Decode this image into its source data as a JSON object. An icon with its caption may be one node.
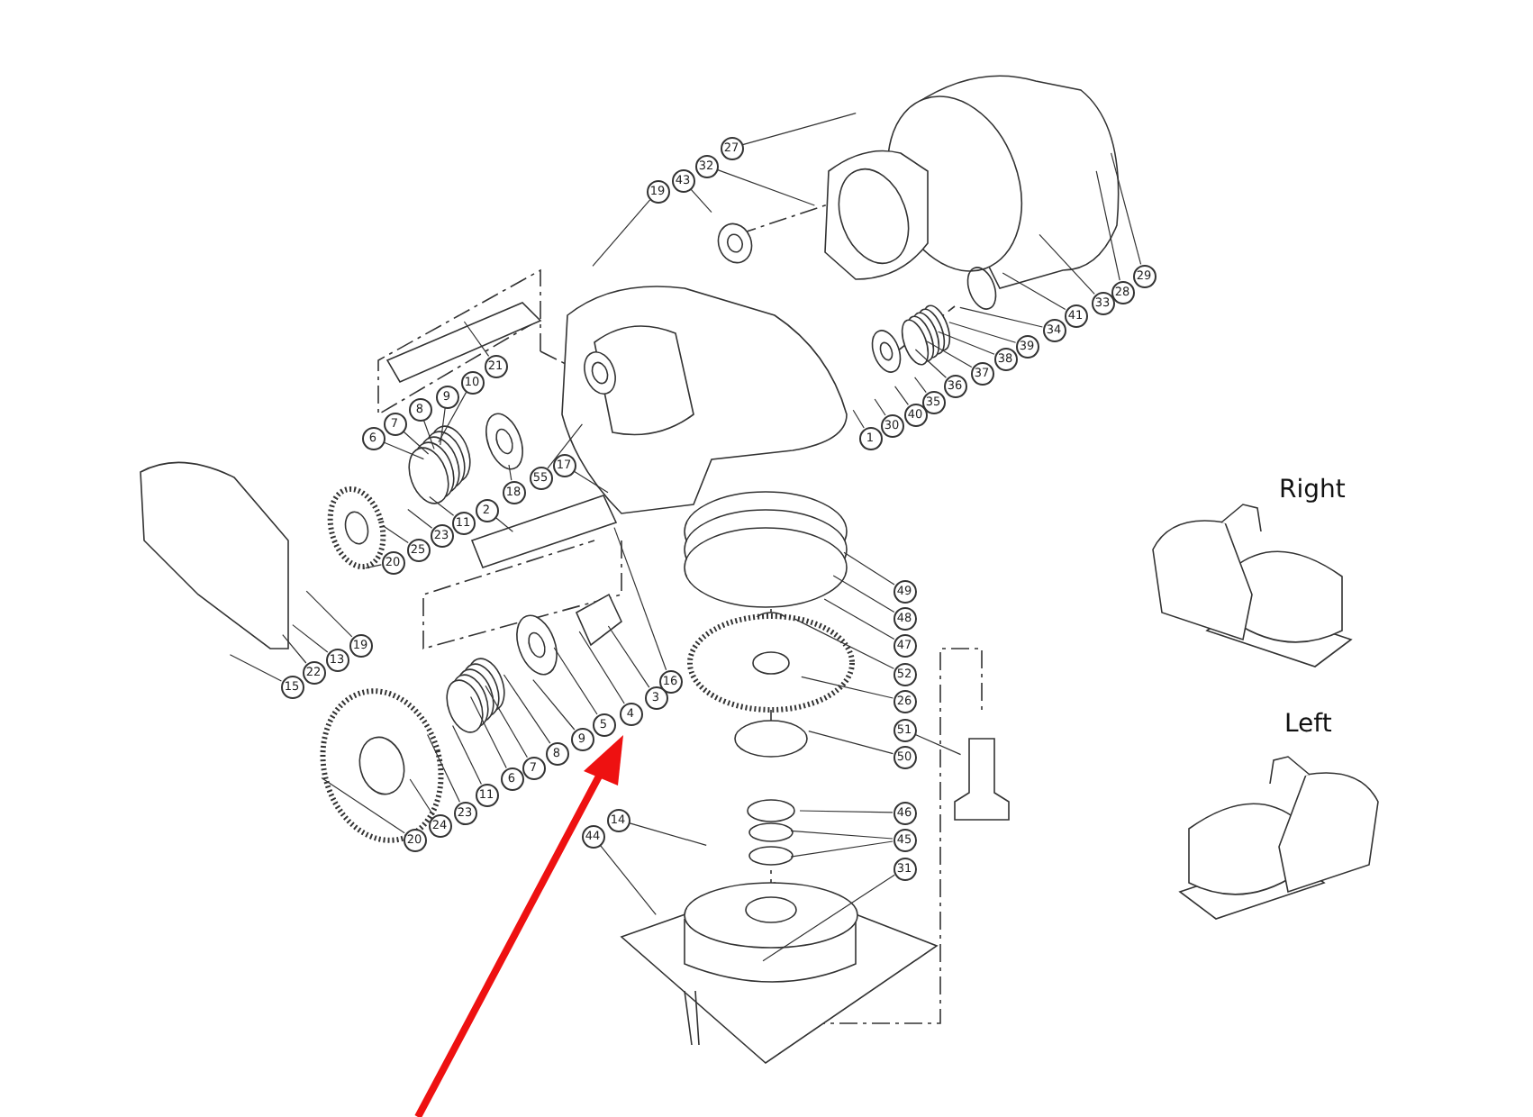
{
  "diagram": {
    "nodes": [
      {
        "text": [
          "27"
        ]
      },
      {
        "text": [
          "32"
        ]
      },
      {
        "text": [
          "43"
        ]
      },
      {
        "text": [
          "19"
        ]
      },
      {
        "text": [
          "29"
        ]
      },
      {
        "text": [
          "28"
        ]
      },
      {
        "text": [
          "33"
        ]
      },
      {
        "text": [
          "41"
        ]
      },
      {
        "text": [
          "34"
        ]
      },
      {
        "text": [
          "39"
        ]
      },
      {
        "text": [
          "38"
        ]
      },
      {
        "text": [
          "37"
        ]
      },
      {
        "text": [
          "36"
        ]
      },
      {
        "text": [
          "35"
        ]
      },
      {
        "text": [
          "40"
        ]
      },
      {
        "text": [
          "30"
        ]
      },
      {
        "text": [
          "1"
        ]
      },
      {
        "text": [
          "21"
        ]
      },
      {
        "text": [
          "10"
        ]
      },
      {
        "text": [
          "9"
        ]
      },
      {
        "text": [
          "8"
        ]
      },
      {
        "text": [
          "7"
        ]
      },
      {
        "text": [
          "6"
        ]
      },
      {
        "text": [
          "55"
        ]
      },
      {
        "text": [
          "17"
        ]
      },
      {
        "text": [
          "18"
        ]
      },
      {
        "text": [
          "2"
        ]
      },
      {
        "text": [
          "11"
        ]
      },
      {
        "text": [
          "23"
        ]
      },
      {
        "text": [
          "25"
        ]
      },
      {
        "text": [
          "20"
        ]
      },
      {
        "text": [
          "49"
        ]
      },
      {
        "text": [
          "48"
        ]
      },
      {
        "text": [
          "47"
        ]
      },
      {
        "text": [
          "19"
        ]
      },
      {
        "text": [
          "13"
        ]
      },
      {
        "text": [
          "22"
        ]
      },
      {
        "text": [
          "52"
        ]
      },
      {
        "text": [
          "15"
        ]
      },
      {
        "text": [
          "16"
        ]
      },
      {
        "text": [
          "3"
        ]
      },
      {
        "text": [
          "26"
        ]
      },
      {
        "text": [
          "4"
        ]
      },
      {
        "text": [
          "5"
        ]
      },
      {
        "text": [
          "9"
        ]
      },
      {
        "text": [
          "8"
        ]
      },
      {
        "text": [
          "7"
        ]
      },
      {
        "text": [
          "51"
        ]
      },
      {
        "text": [
          "6"
        ]
      },
      {
        "text": [
          "11"
        ]
      },
      {
        "text": [
          "50"
        ]
      },
      {
        "text": [
          "23"
        ]
      },
      {
        "text": [
          "46"
        ]
      },
      {
        "text": [
          "14"
        ]
      },
      {
        "text": [
          "24"
        ]
      },
      {
        "text": [
          "44"
        ]
      },
      {
        "text": [
          "20"
        ]
      },
      {
        "text": [
          "45"
        ]
      },
      {
        "text": [
          "31"
        ]
      }
    ],
    "edges": [
      {
        "from": 0,
        "to": null,
        "arrow": "none"
      },
      {
        "from": 1,
        "to": null,
        "arrow": "none"
      },
      {
        "from": 2,
        "to": null,
        "arrow": "none"
      },
      {
        "from": 3,
        "to": null,
        "arrow": "none"
      },
      {
        "from": 4,
        "to": null,
        "arrow": "none"
      },
      {
        "from": 5,
        "to": null,
        "arrow": "none"
      },
      {
        "from": 6,
        "to": null,
        "arrow": "none"
      },
      {
        "from": 7,
        "to": null,
        "arrow": "none"
      },
      {
        "from": 8,
        "to": null,
        "arrow": "none"
      },
      {
        "from": 9,
        "to": null,
        "arrow": "none"
      },
      {
        "from": 10,
        "to": null,
        "arrow": "none"
      },
      {
        "from": 11,
        "to": null,
        "arrow": "none"
      },
      {
        "from": 12,
        "to": null,
        "arrow": "none"
      },
      {
        "from": 13,
        "to": null,
        "arrow": "none"
      },
      {
        "from": 14,
        "to": null,
        "arrow": "none"
      },
      {
        "from": 15,
        "to": null,
        "arrow": "none"
      },
      {
        "from": 16,
        "to": null,
        "arrow": "none"
      },
      {
        "from": 17,
        "to": null,
        "arrow": "none"
      },
      {
        "from": 18,
        "to": null,
        "arrow": "none"
      },
      {
        "from": 19,
        "to": null,
        "arrow": "none"
      },
      {
        "from": 20,
        "to": null,
        "arrow": "none"
      },
      {
        "from": 21,
        "to": null,
        "arrow": "none"
      },
      {
        "from": 22,
        "to": null,
        "arrow": "none"
      },
      {
        "from": 23,
        "to": null,
        "arrow": "none"
      },
      {
        "from": 24,
        "to": null,
        "arrow": "none"
      },
      {
        "from": 25,
        "to": null,
        "arrow": "none"
      },
      {
        "from": 26,
        "to": null,
        "arrow": "none"
      },
      {
        "from": 27,
        "to": null,
        "arrow": "none"
      },
      {
        "from": 28,
        "to": null,
        "arrow": "none"
      },
      {
        "from": 29,
        "to": null,
        "arrow": "none"
      },
      {
        "from": 30,
        "to": null,
        "arrow": "none"
      },
      {
        "from": 31,
        "to": null,
        "arrow": "none"
      },
      {
        "from": 32,
        "to": null,
        "arrow": "none"
      },
      {
        "from": 33,
        "to": null,
        "arrow": "none"
      },
      {
        "from": 34,
        "to": null,
        "arrow": "none"
      },
      {
        "from": 35,
        "to": null,
        "arrow": "none"
      },
      {
        "from": 36,
        "to": null,
        "arrow": "none"
      },
      {
        "from": 37,
        "to": null,
        "arrow": "none"
      },
      {
        "from": 38,
        "to": null,
        "arrow": "none"
      },
      {
        "from": 39,
        "to": null,
        "arrow": "none"
      },
      {
        "from": 40,
        "to": null,
        "arrow": "none"
      },
      {
        "from": 41,
        "to": null,
        "arrow": "none"
      },
      {
        "from": 42,
        "to": null,
        "arrow": "none"
      },
      {
        "from": 43,
        "to": null,
        "arrow": "none"
      },
      {
        "from": 44,
        "to": null,
        "arrow": "none"
      },
      {
        "from": 45,
        "to": null,
        "arrow": "none"
      },
      {
        "from": 46,
        "to": null,
        "arrow": "none"
      },
      {
        "from": 47,
        "to": null,
        "arrow": "none"
      },
      {
        "from": 48,
        "to": null,
        "arrow": "none"
      },
      {
        "from": 49,
        "to": null,
        "arrow": "none"
      },
      {
        "from": 50,
        "to": null,
        "arrow": "none"
      },
      {
        "from": 51,
        "to": null,
        "arrow": "none"
      },
      {
        "from": 52,
        "to": null,
        "arrow": "none"
      },
      {
        "from": 53,
        "to": null,
        "arrow": "none"
      },
      {
        "from": 54,
        "to": null,
        "arrow": "none"
      },
      {
        "from": 55,
        "to": null,
        "arrow": "none"
      },
      {
        "from": 56,
        "to": null,
        "arrow": "none"
      },
      {
        "from": 57,
        "to": null,
        "arrow": "none"
      },
      {
        "from": 57,
        "to": null,
        "arrow": "none"
      },
      {
        "from": 58,
        "to": null,
        "arrow": "none"
      }
    ],
    "labels": [
      "Right",
      "Left"
    ]
  }
}
